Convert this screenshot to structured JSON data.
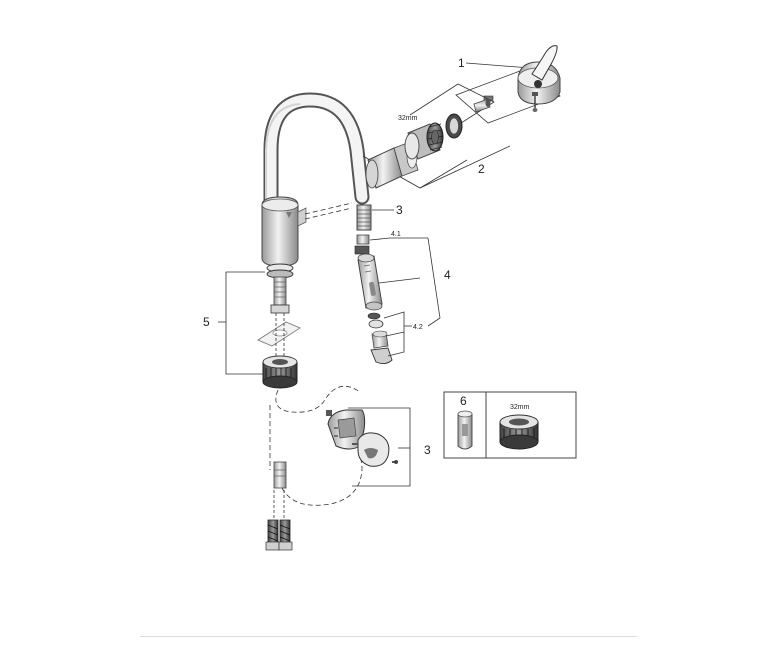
{
  "labels": {
    "part_1": "1",
    "part_2": "2",
    "part_3_top": "3",
    "part_4_1": "4.1",
    "part_4": "4",
    "part_4_2": "4.2",
    "part_5": "5",
    "part_3_bottom": "3",
    "part_6": "6",
    "size_32mm_top": "32mm",
    "size_32mm_box": "32mm"
  },
  "colors": {
    "line": "#333333",
    "metal_light": "#e6e6e6",
    "metal_mid": "#bdbdbd",
    "metal_dark": "#6e6e6e",
    "bottom_rule": "#dcdcdc"
  }
}
